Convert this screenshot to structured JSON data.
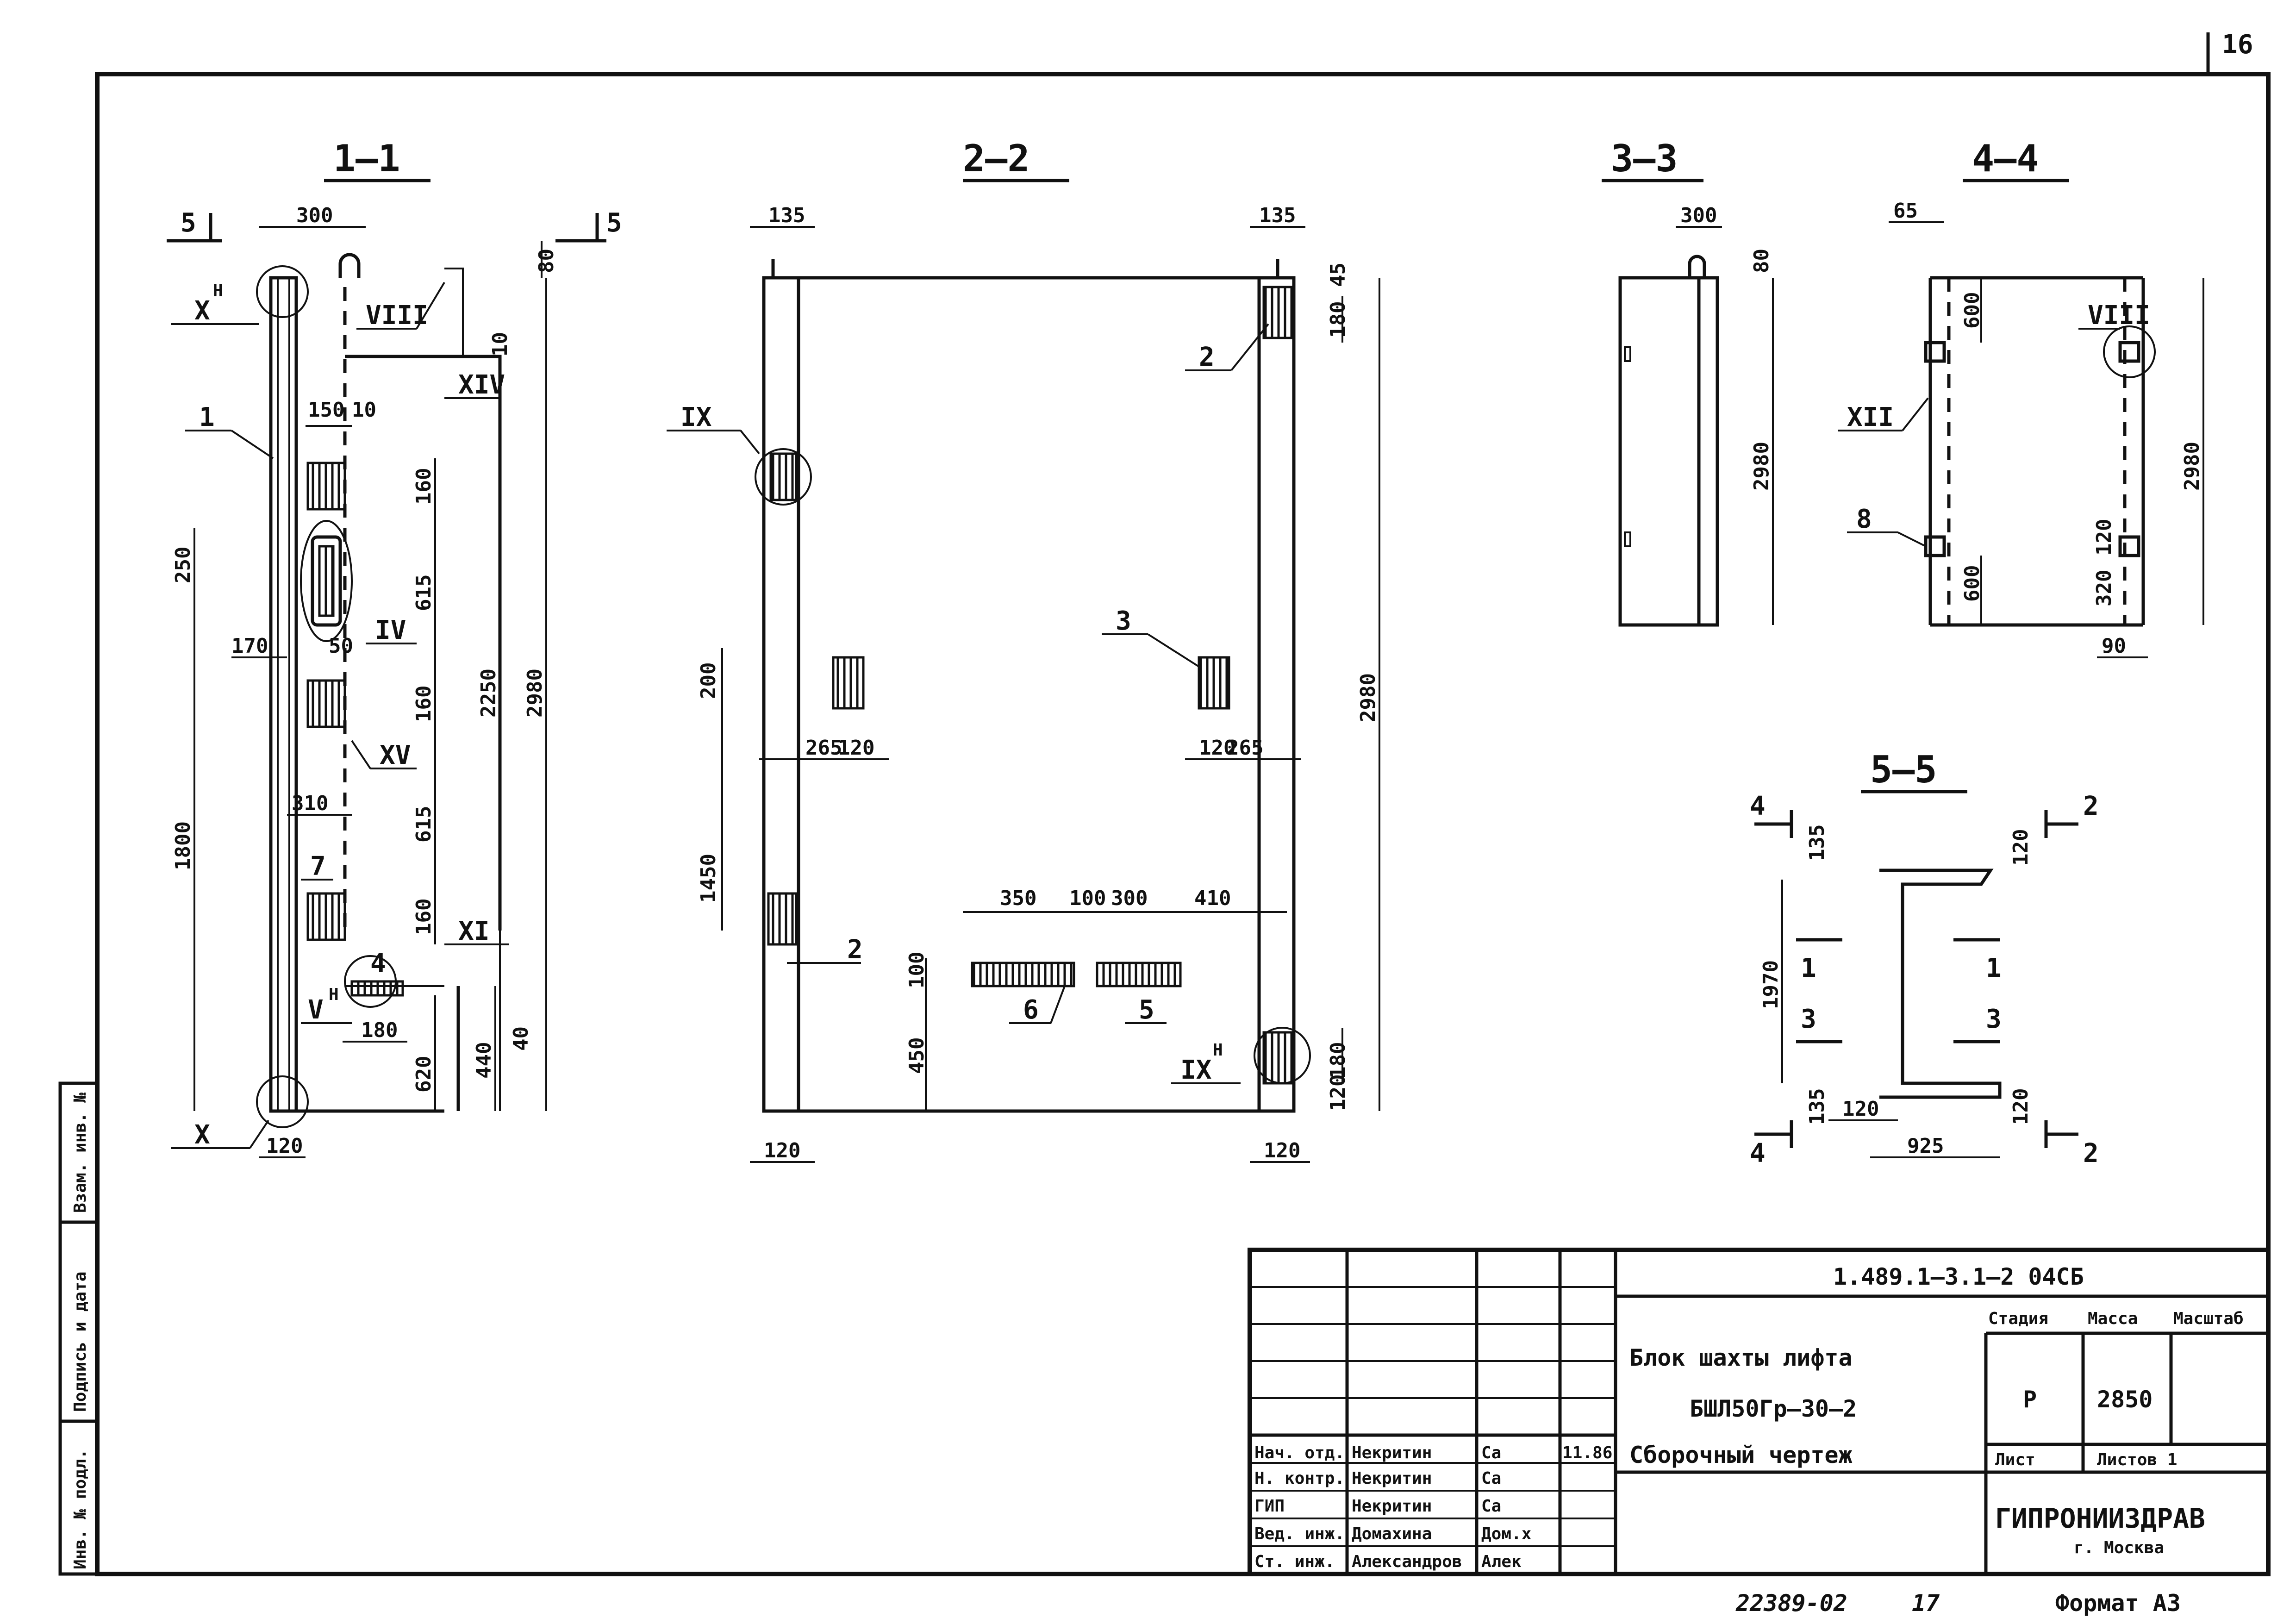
{
  "page_number": "16",
  "sections": {
    "s1": "1—1",
    "s2": "2—2",
    "s3": "3—3",
    "s4": "4—4",
    "s5": "5—5"
  },
  "section_marks": {
    "cut5_left": "5",
    "cut5_right": "5",
    "cut4_top": "4",
    "cut4_bottom": "4",
    "cut2_top": "2",
    "cut2_bottom": "2",
    "cut1_left": "1",
    "cut1_right": "1",
    "cut3_left": "3",
    "cut3_right": "3"
  },
  "nodes": {
    "xh": "Х",
    "xh_sup": "Н",
    "viii": "VIII",
    "xiv": "XIV",
    "iv": "IV",
    "xv": "XV",
    "xi": "XI",
    "vh": "V",
    "vh_sup": "Н",
    "x": "Х",
    "ix": "IX",
    "ixh": "IX",
    "ixh_sup": "Н",
    "xii": "XII",
    "viii_44": "VIII"
  },
  "positions": {
    "p1": "1",
    "p4": "4",
    "p7": "7",
    "p2a": "2",
    "p2b": "2",
    "p3": "3",
    "p5": "5",
    "p6": "6",
    "p8": "8"
  },
  "dims_11": {
    "d300": "300",
    "d80": "80",
    "d10a": "10",
    "d150": "150",
    "d10b": "10",
    "d160a": "160",
    "d615a": "615",
    "d250": "250",
    "d170": "170",
    "d50": "50",
    "d160b": "160",
    "d310": "310",
    "d615b": "615",
    "d160c": "160",
    "d180": "180",
    "d620": "620",
    "d440": "440",
    "d40": "40",
    "d120": "120",
    "d1800": "1800",
    "d2250": "2250",
    "d2980": "2980"
  },
  "dims_22": {
    "d135a": "135",
    "d135b": "135",
    "d45": "45",
    "d180a": "180",
    "d200": "200",
    "d265a": "265",
    "d120a": "120",
    "d120b": "120",
    "d265b": "265",
    "d1450": "1450",
    "d350": "350",
    "d100a": "100",
    "d300": "300",
    "d410": "410",
    "d100b": "100",
    "d450": "450",
    "d180b": "180",
    "d120c": "120",
    "d120d": "120",
    "d120e": "120",
    "d2980": "2980"
  },
  "dims_33": {
    "d300": "300",
    "d80": "80",
    "d2980": "2980"
  },
  "dims_44": {
    "d65": "65",
    "d600a": "600",
    "d600b": "600",
    "d320": "320",
    "d120": "120",
    "d90": "90",
    "d2980": "2980"
  },
  "dims_55": {
    "d135a": "135",
    "d120a": "120",
    "d1970": "1970",
    "d135b": "135",
    "d120b": "120",
    "d925": "925",
    "d120c": "120"
  },
  "title_block": {
    "doc_code": "1.489.1—3.1—2 04СБ",
    "title_line1": "Блок шахты лифта",
    "title_line2": "БШЛ50Гр—30—2",
    "title_line3": "Сборочный чертеж",
    "col_stage": "Стадия",
    "col_mass": "Масса",
    "col_scale": "Масштаб",
    "stage": "Р",
    "mass": "2850",
    "sheet_label": "Лист",
    "sheets_label": "Листов 1",
    "org": "ГИПРОНИИЗДРАВ",
    "city": "г. Москва",
    "roles": [
      {
        "role": "Нач. отд.",
        "name": "Некритин",
        "sign": "Са",
        "date": "11.86"
      },
      {
        "role": "Н. контр.",
        "name": "Некритин",
        "sign": "Са",
        "date": ""
      },
      {
        "role": "ГИП",
        "name": "Некритин",
        "sign": "Са",
        "date": ""
      },
      {
        "role": "Вед. инж.",
        "name": "Домахина",
        "sign": "Дом.х",
        "date": ""
      },
      {
        "role": "Ст. инж.",
        "name": "Александров",
        "sign": "Алек",
        "date": ""
      }
    ]
  },
  "side_stamp": {
    "inv_podl": "Инв. № подл.",
    "podpis": "Подпись и дата",
    "vzam": "Взам. инв. №"
  },
  "footer": {
    "order": "22389-02",
    "num": "17",
    "format": "Формат А3"
  }
}
